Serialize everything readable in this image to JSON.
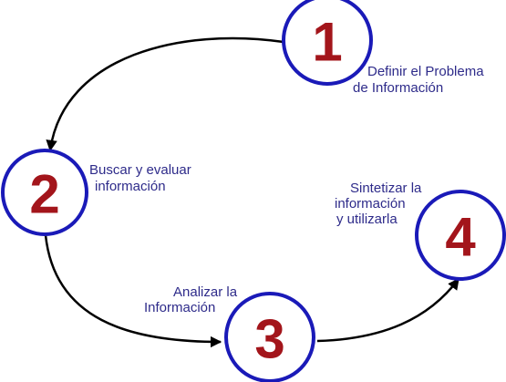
{
  "colors": {
    "circle_border": "#1a1ab8",
    "number": "#a3151b",
    "label": "#2e2b8a",
    "arrow": "#000000"
  },
  "steps": [
    {
      "number": "1",
      "label_lines": [
        "Definir el Problema",
        "de Información"
      ]
    },
    {
      "number": "2",
      "label_lines": [
        "Buscar y evaluar",
        "información"
      ]
    },
    {
      "number": "3",
      "label_lines": [
        "Analizar la",
        "Información"
      ]
    },
    {
      "number": "4",
      "label_lines": [
        "Sintetizar la",
        "información",
        "y utilizarla"
      ]
    }
  ]
}
